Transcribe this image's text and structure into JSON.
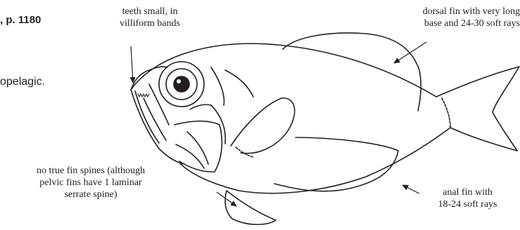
{
  "page": {
    "reference": ", p. 1180",
    "habitat_fragment": "opelagic."
  },
  "labels": {
    "teeth": [
      "teeth small, in",
      "villiform bands"
    ],
    "dorsal_fin": [
      "dorsal fin with very long",
      "base and 24-30 soft rays"
    ],
    "fin_spines": [
      "no true fin spines (although",
      "pelvic fins have 1 laminar",
      "serrate spine)"
    ],
    "anal_fin": [
      "anal fin with",
      "18-24 soft rays"
    ]
  },
  "colors": {
    "ink": "#231f20",
    "background": "#ffffff"
  }
}
